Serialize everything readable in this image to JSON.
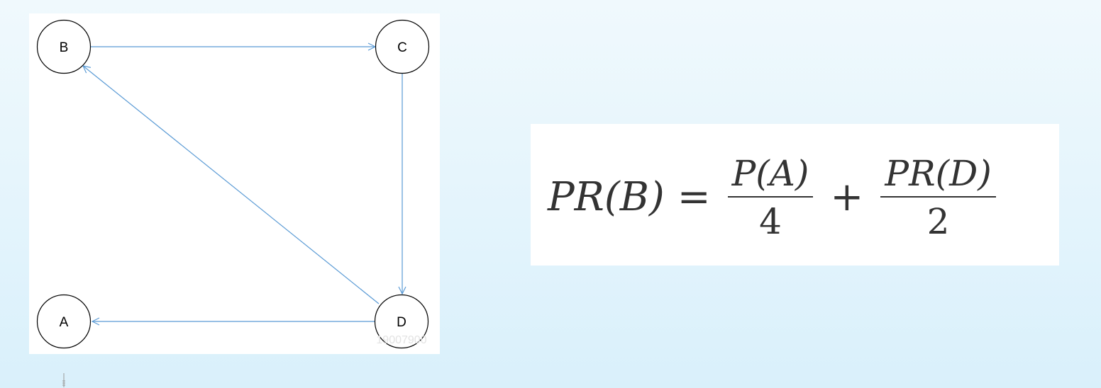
{
  "graph": {
    "nodes": [
      {
        "id": "B",
        "label": "B"
      },
      {
        "id": "C",
        "label": "C"
      },
      {
        "id": "A",
        "label": "A"
      },
      {
        "id": "D",
        "label": "D"
      }
    ],
    "edges": [
      {
        "from": "B",
        "to": "C"
      },
      {
        "from": "C",
        "to": "D"
      },
      {
        "from": "D",
        "to": "B"
      },
      {
        "from": "D",
        "to": "A"
      }
    ],
    "watermark": "19007900",
    "colors": {
      "edge": "#5b9bd5",
      "node_stroke": "#000000",
      "node_fill": "#ffffff"
    }
  },
  "formula": {
    "lhs": "PR(B)",
    "equals": "=",
    "term1_numerator": "P(A)",
    "term1_denominator": "4",
    "plus": "+",
    "term2_numerator": "PR(D)",
    "term2_denominator": "2"
  }
}
